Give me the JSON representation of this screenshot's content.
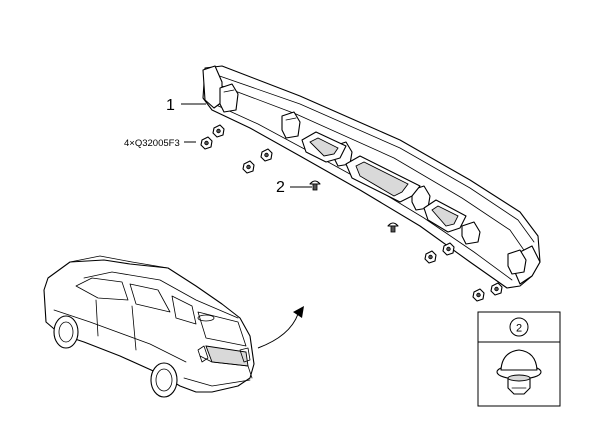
{
  "callouts": {
    "part_1": "1",
    "part_2": "2",
    "fastener_note": "4×Q32005F3"
  },
  "detail_box": {
    "number": "2"
  }
}
